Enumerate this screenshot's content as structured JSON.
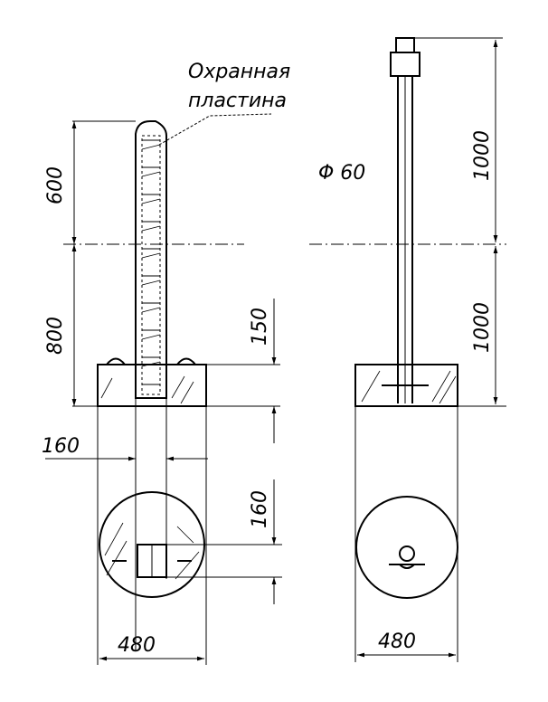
{
  "labels": {
    "guard_plate_line1": "Охранная",
    "guard_plate_line2": "пластина",
    "diameter": "Φ 60",
    "dim_600": "600",
    "dim_800": "800",
    "dim_150": "150",
    "dim_160_horizontal": "160",
    "dim_160_vertical": "160",
    "dim_480_left": "480",
    "dim_1000_upper": "1000",
    "dim_1000_lower": "1000",
    "dim_480_right": "480"
  }
}
